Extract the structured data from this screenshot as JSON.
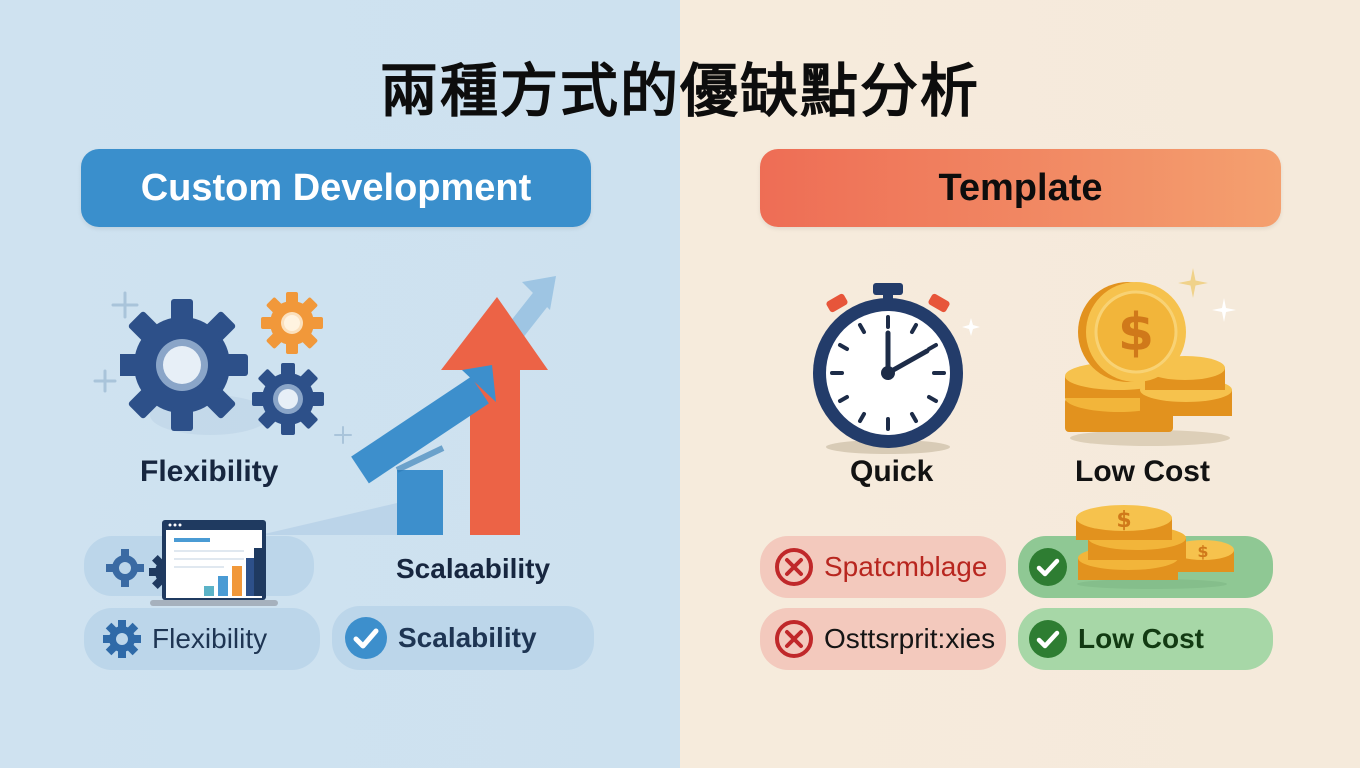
{
  "title": "兩種方式的優缺點分析",
  "colors": {
    "left_bg": "#cfe2f0",
    "right_bg": "#f6ebdc",
    "custom_header": "#3a8fcc",
    "template_header_start": "#ee6d55",
    "template_header_end": "#f4a06f",
    "gear_navy": "#2d5089",
    "gear_orange": "#f1983a",
    "arrow_blue": "#3d8fcc",
    "arrow_red": "#ec6346",
    "con_red": "#c0282a",
    "pro_green": "#2e7d32",
    "coin_gold": "#f2b53a"
  },
  "left": {
    "header": "Custom Development",
    "features": [
      {
        "icon": "gears-icon",
        "label": "Flexibility"
      },
      {
        "icon": "growth-arrows-icon",
        "label": "Scalaability"
      }
    ],
    "pills": [
      {
        "icon": "gears-laptop-chart-icon",
        "label": ""
      },
      {
        "icon": "gear-icon",
        "label": "Flexibility"
      },
      {
        "icon": "check-circle-icon",
        "label": "Scalability"
      }
    ]
  },
  "right": {
    "header": "Template",
    "features": [
      {
        "icon": "stopwatch-icon",
        "label": "Quick"
      },
      {
        "icon": "coins-icon",
        "label": "Low Cost"
      }
    ],
    "pills": [
      {
        "type": "con",
        "icon": "x-circle-icon",
        "label": "Spatcmblage"
      },
      {
        "type": "pro",
        "icon": "check-circle-icon",
        "label": "",
        "decoration": "coins-icon"
      },
      {
        "type": "con",
        "icon": "x-circle-icon",
        "label": "Osttsrprit:xies"
      },
      {
        "type": "pro",
        "icon": "check-circle-icon",
        "label": "Low Cost"
      }
    ]
  }
}
